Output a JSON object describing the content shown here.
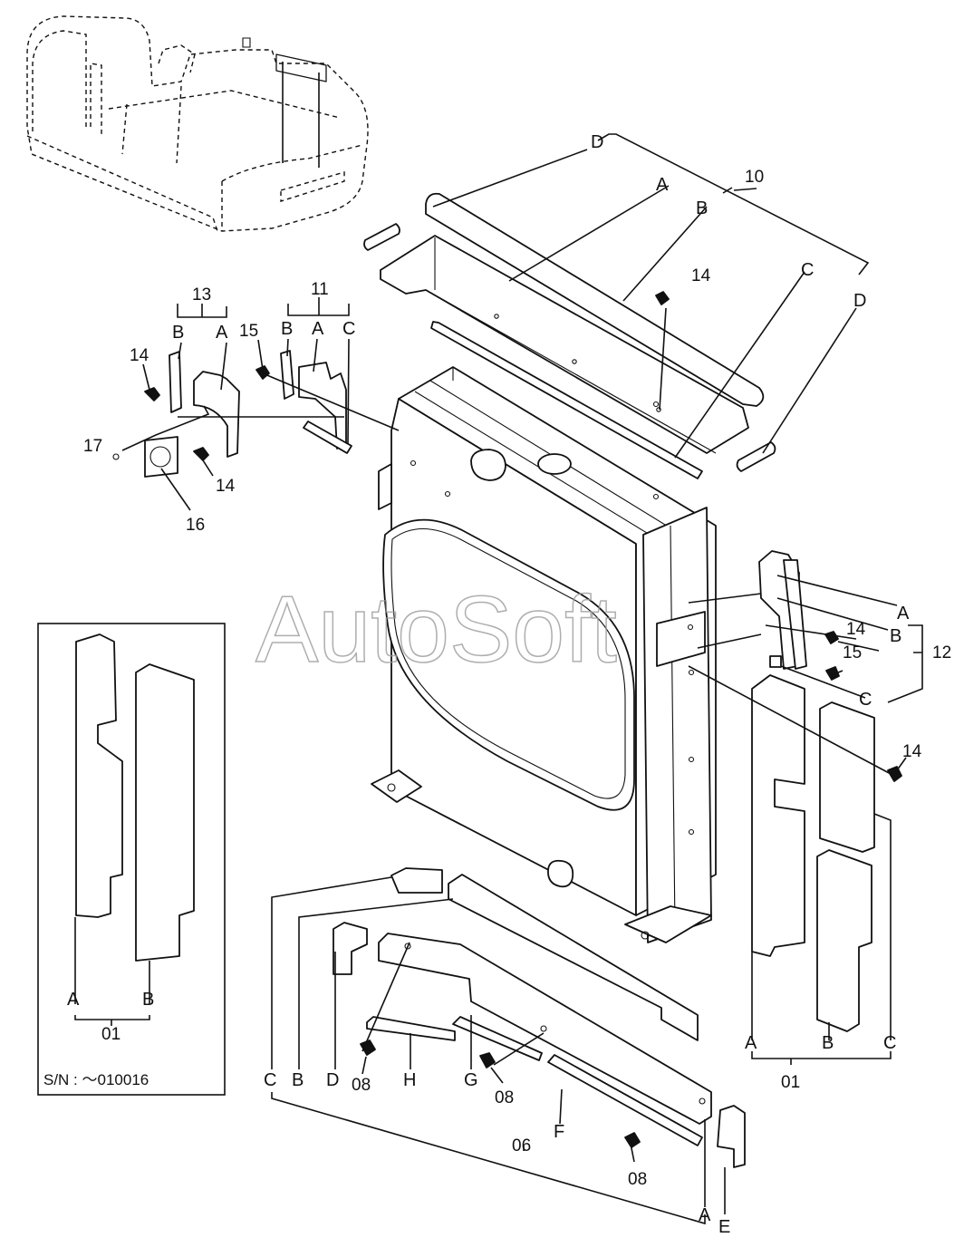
{
  "watermark": "AutoSoft",
  "serial_note": "S/N : ～010016",
  "labels": {
    "d_top": "D",
    "a_top": "A",
    "b_top": "B",
    "c_top": "C",
    "d_right": "D",
    "n10": "10",
    "n14_top": "14",
    "n13": "13",
    "b13": "B",
    "a13": "A",
    "n14_a": "14",
    "n17": "17",
    "n14_b": "14",
    "n16": "16",
    "n15_a": "15",
    "n11": "11",
    "b11": "B",
    "a11": "A",
    "c11": "C",
    "a12": "A",
    "n14_r": "14",
    "b12": "B",
    "n12": "12",
    "n15_r": "15",
    "c12": "C",
    "n14_r2": "14",
    "a01_l": "A",
    "b01_l": "B",
    "n01_l": "01",
    "a01_r": "A",
    "b01_r": "B",
    "c01_r": "C",
    "n01_r": "01",
    "c06": "C",
    "b06": "B",
    "d06": "D",
    "n08_a": "08",
    "h06": "H",
    "g06": "G",
    "n08_b": "08",
    "n06": "06",
    "f06": "F",
    "n08_c": "08",
    "a06": "A",
    "e06": "E"
  }
}
